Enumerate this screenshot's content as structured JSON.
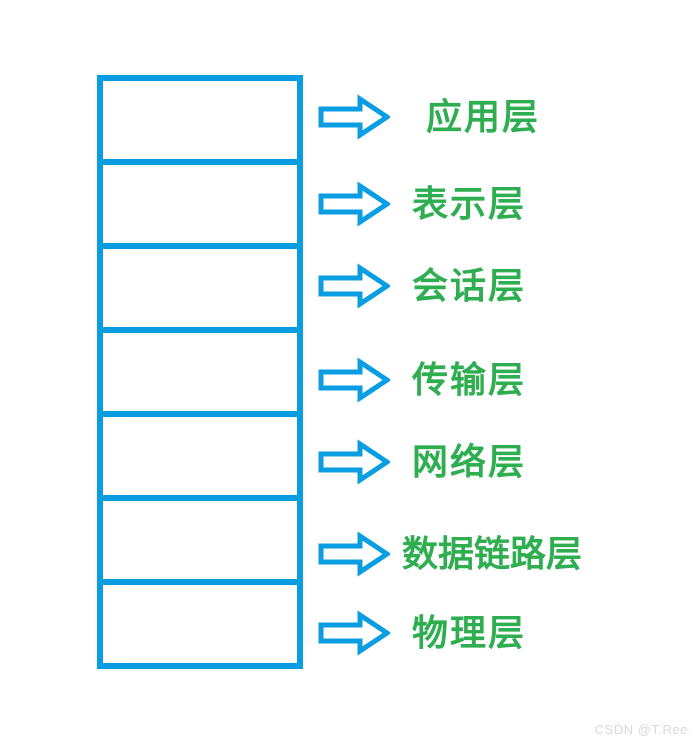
{
  "diagram": {
    "type": "stack-diagram",
    "description_visible_elements": "seven empty boxes, each with an arrow pointing to a layer name",
    "layers": [
      {
        "label": "应用层"
      },
      {
        "label": "表示层"
      },
      {
        "label": "会话层"
      },
      {
        "label": "传输层"
      },
      {
        "label": "网络层"
      },
      {
        "label": "数据链路层"
      },
      {
        "label": "物理层"
      }
    ],
    "colors": {
      "box_border": "#0A9DE2",
      "arrow": "#0A9DE2",
      "label": "#2EAE50",
      "watermark": "#D9D9D9"
    }
  },
  "watermark": {
    "text": "CSDN @T.Ree."
  }
}
